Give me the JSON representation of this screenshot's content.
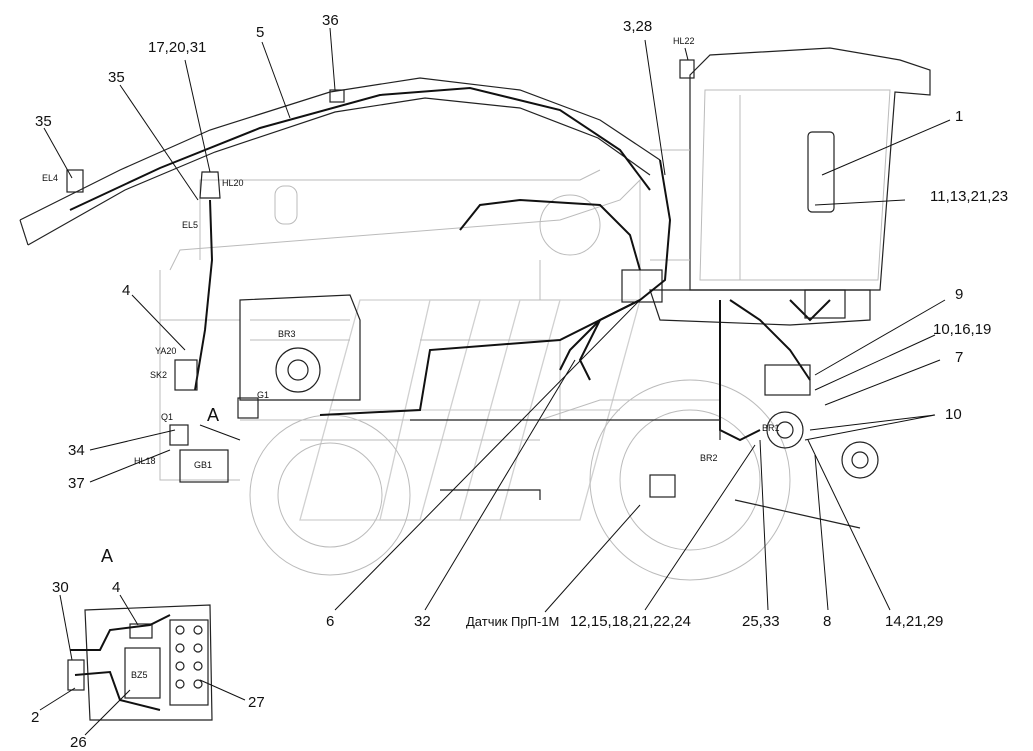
{
  "callouts": [
    {
      "id": "c1",
      "text": "1"
    },
    {
      "id": "c2",
      "text": "2"
    },
    {
      "id": "c3-28",
      "text": "3,28"
    },
    {
      "id": "c4",
      "text": "4"
    },
    {
      "id": "c4b",
      "text": "4"
    },
    {
      "id": "c5",
      "text": "5"
    },
    {
      "id": "c6",
      "text": "6"
    },
    {
      "id": "c7",
      "text": "7"
    },
    {
      "id": "c8",
      "text": "8"
    },
    {
      "id": "c9",
      "text": "9"
    },
    {
      "id": "c10",
      "text": "10"
    },
    {
      "id": "c10-16-19",
      "text": "10,16,19"
    },
    {
      "id": "c11-13-21-23",
      "text": "11,13,21,23"
    },
    {
      "id": "c12-15-18-21-22-24",
      "text": "12,15,18,21,22,24"
    },
    {
      "id": "c14-21-29",
      "text": "14,21,29"
    },
    {
      "id": "c17-20-31",
      "text": "17,20,31"
    },
    {
      "id": "c25-33",
      "text": "25,33"
    },
    {
      "id": "c26",
      "text": "26"
    },
    {
      "id": "c27",
      "text": "27"
    },
    {
      "id": "c30",
      "text": "30"
    },
    {
      "id": "c32",
      "text": "32"
    },
    {
      "id": "c34",
      "text": "34"
    },
    {
      "id": "c35a",
      "text": "35"
    },
    {
      "id": "c35b",
      "text": "35"
    },
    {
      "id": "c36",
      "text": "36"
    },
    {
      "id": "c37",
      "text": "37"
    },
    {
      "id": "sensor",
      "text": "Датчик ПрП-1М"
    }
  ],
  "components": {
    "HL22": "HL22",
    "HL20": "HL20",
    "EL4": "EL4",
    "EL5": "EL5",
    "BR3": "BR3",
    "YA20": "YA20",
    "SK2": "SK2",
    "Q1": "Q1",
    "G1": "G1",
    "GB1": "GB1",
    "HL18": "HL18",
    "BR1": "BR1",
    "BR2": "BR2",
    "BZ5": "BZ5"
  },
  "views": {
    "marker": "A",
    "detail_title": "A"
  }
}
